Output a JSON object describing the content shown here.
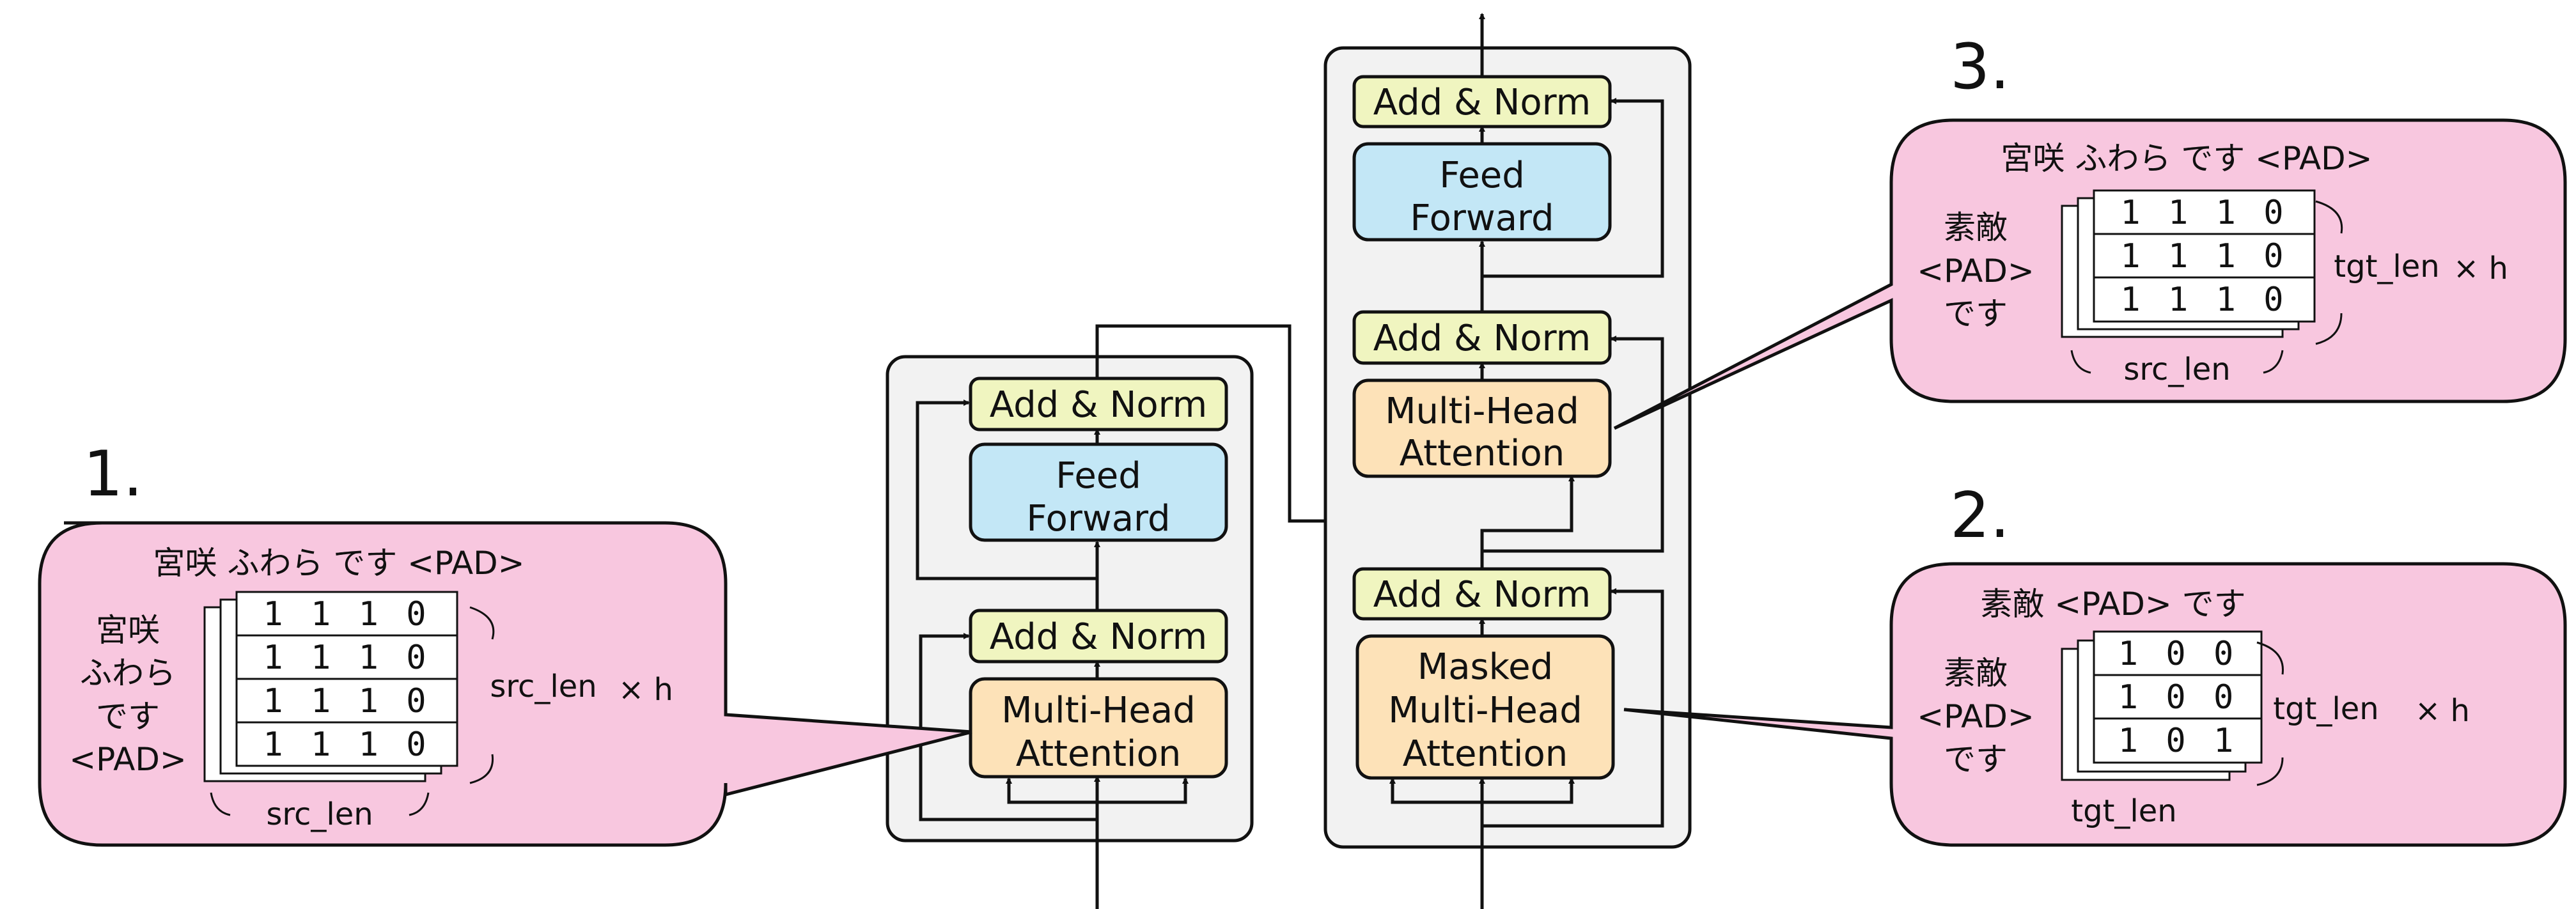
{
  "steps": {
    "one": "1.",
    "two": "2.",
    "three": "3."
  },
  "encoder": {
    "add_norm_top": "Add & Norm",
    "feed_forward_l1": "Feed",
    "feed_forward_l2": "Forward",
    "add_norm_bottom": "Add & Norm",
    "mha_l1": "Multi-Head",
    "mha_l2": "Attention"
  },
  "decoder": {
    "add_norm_top": "Add & Norm",
    "feed_forward_l1": "Feed",
    "feed_forward_l2": "Forward",
    "add_norm_mid": "Add & Norm",
    "cross_l1": "Multi-Head",
    "cross_l2": "Attention",
    "add_norm_bottom": "Add & Norm",
    "masked_l1": "Masked",
    "masked_l2": "Multi-Head",
    "masked_l3": "Attention"
  },
  "callout1": {
    "columns_label": "宮咲 ふわら です <PAD>",
    "row_labels": [
      "宮咲",
      "ふわら",
      "です",
      "<PAD>"
    ],
    "rows": [
      "1 1 1 0",
      "1 1 1 0",
      "1 1 1 0",
      "1 1 1 0"
    ],
    "height_label": "src_len",
    "times_h": "× h",
    "width_label": "src_len"
  },
  "callout2": {
    "columns_label": "素敵 <PAD> です",
    "row_labels": [
      "素敵",
      "<PAD>",
      "です"
    ],
    "rows": [
      "1 0 0",
      "1 0 0",
      "1 0 1"
    ],
    "height_label": "tgt_len",
    "times_h": "× h",
    "width_label": "tgt_len"
  },
  "callout3": {
    "columns_label": "宮咲 ふわら です <PAD>",
    "row_labels": [
      "素敵",
      "<PAD>",
      "です"
    ],
    "rows": [
      "1 1 1 0",
      "1 1 1 0",
      "1 1 1 0"
    ],
    "height_label": "tgt_len",
    "times_h": "× h",
    "width_label": "src_len"
  },
  "colors": {
    "add_norm": "#f0f5c0",
    "feed_forward": "#c3e7f6",
    "attention": "#fde2b8",
    "callout": "#f8c7df",
    "panel": "#f2f2f2"
  }
}
